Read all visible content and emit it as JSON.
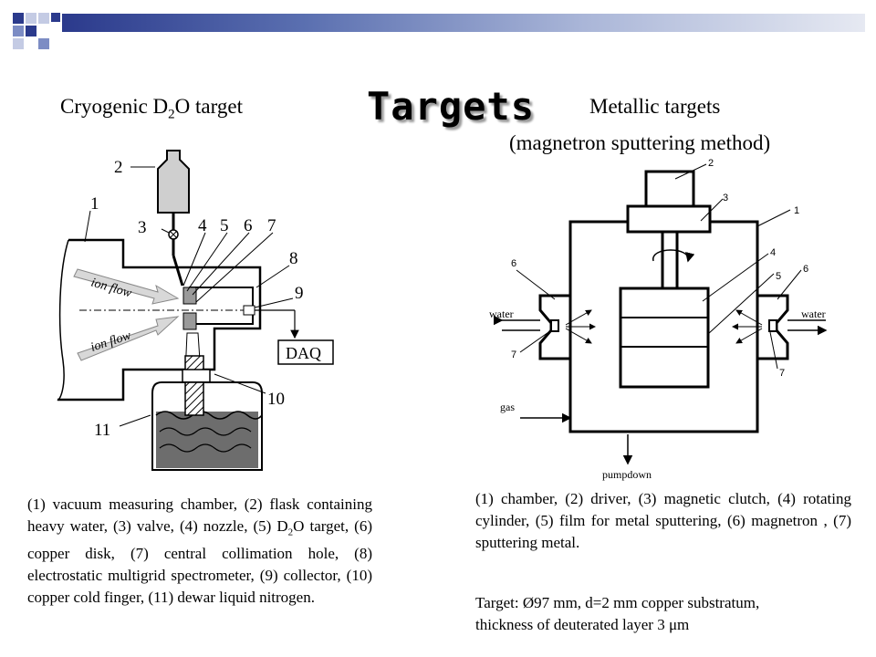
{
  "slide": {
    "title": "Targets",
    "left_header": {
      "prefix": "Cryogenic D",
      "sub": "2",
      "suffix": "O target"
    },
    "right_header": {
      "line1": "Metallic targets",
      "line2": "(magnetron sputtering method)"
    }
  },
  "left_diagram": {
    "numbers": [
      "1",
      "2",
      "3",
      "4",
      "5",
      "6",
      "7",
      "8",
      "9",
      "10",
      "11"
    ],
    "ion_flow": "ion flow",
    "daq": "DAQ"
  },
  "right_diagram": {
    "numbers": [
      "1",
      "2",
      "3",
      "4",
      "5",
      "6",
      "6",
      "7",
      "7"
    ],
    "water_left": "water",
    "water_right": "water",
    "gas": "gas",
    "pumpdown": "pumpdown"
  },
  "left_caption": {
    "part1": "(1) vacuum measuring chamber, (2) flask containing heavy water, (3) valve, (4) nozzle, (5) D",
    "sub": "2",
    "part2": "O target, (6) copper disk, (7) central collimation hole, (8) electrostatic multigrid spectrometer, (9) collector, (10) copper cold finger, (11) dewar liquid nitrogen."
  },
  "right_caption": {
    "text": "(1) chamber, (2) driver, (3) magnetic clutch, (4) rotating cylinder, (5) film for metal sputtering, (6) magnetron , (7) sputtering metal.",
    "target_line1": "Target: Ø97 mm, d=2 mm copper substratum,",
    "target_line2": "thickness of deuterated layer 3 μm"
  },
  "colors": {
    "dark_blue": "#2b3a8c",
    "mid_blue": "#7c8cc4",
    "light_blue": "#c4cbe4"
  }
}
